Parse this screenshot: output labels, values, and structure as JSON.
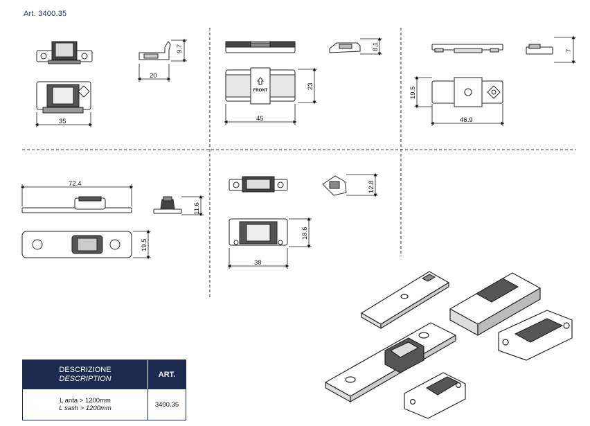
{
  "header": {
    "article": "Art. 3400.35"
  },
  "dimensions": {
    "p1_height": "9.7",
    "p1_depth": "20",
    "p1_width": "35",
    "p2_height": "8.1",
    "p2_depth": "23",
    "p2_width": "45",
    "p2_front_label": "FRONT",
    "p3_height": "7",
    "p3_depth": "19.5",
    "p3_width": "46.9",
    "p4_length": "72.4",
    "p4_height": "11.6",
    "p4_depth": "19.5",
    "p5_height": "12.8",
    "p5_depth": "18.6",
    "p5_width": "38"
  },
  "table": {
    "header_it": "DESCRIZIONE",
    "header_en": "DESCRIPTION",
    "header_art": "ART.",
    "row_desc_it": "L anta > 1200mm",
    "row_desc_en": "L sash > 1200mm",
    "row_art": "3400.35"
  }
}
